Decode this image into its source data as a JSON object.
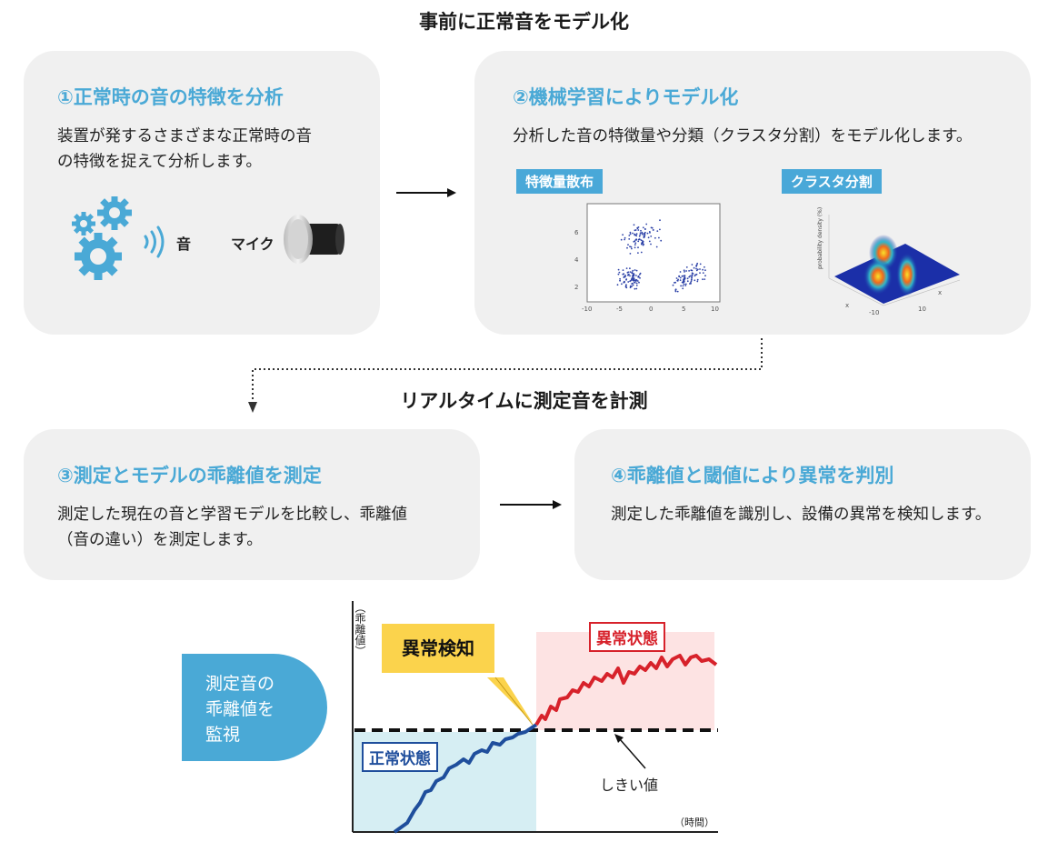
{
  "header": {
    "top_title": "事前に正常音をモデル化",
    "mid_title": "リアルタイムに測定音を計測"
  },
  "cards": [
    {
      "title": "①正常時の音の特徴を分析",
      "desc_line1": "装置が発するさまざまな正常時の音",
      "desc_line2": "の特徴を捉えて分析します。",
      "sound_label": "音",
      "mic_label": "マイク"
    },
    {
      "title": "②機械学習によりモデル化",
      "desc_line1": "分析した音の特徴量や分類（クラスタ分割）をモデル化します。",
      "tag1": "特徴量散布",
      "tag2": "クラスタ分割"
    },
    {
      "title": "③測定とモデルの乖離値を測定",
      "desc_line1": "測定した現在の音と学習モデルを比較し、乖離値",
      "desc_line2": "（音の違い）を測定します。"
    },
    {
      "title": "④乖離値と閾値により異常を判別",
      "desc_line1": "測定した乖離値を識別し、設備の異常を検知します。"
    }
  ],
  "monitor": {
    "label_line1": "測定音の",
    "label_line2": "乖離値を",
    "label_line3": "監視",
    "y_axis_label": "（乖離値）",
    "x_axis_label": "（時間）",
    "normal_state": "正常状態",
    "abnormal_state": "異常状態",
    "detection": "異常検知",
    "threshold": "しきい値"
  },
  "colors": {
    "accent": "#4aa9d6",
    "card_bg": "#f0f0f0",
    "normal_bg": "#d6eef3",
    "abnormal_bg": "#fde3e3",
    "normal_line": "#1f4e9c",
    "abnormal_line": "#d7222b",
    "detect_bg": "#fbd34c"
  },
  "icons": [
    "gears-icon",
    "sound-wave-icon",
    "microphone-icon",
    "arrow-right-icon",
    "dotted-arrow-icon",
    "scatter-plot-icon",
    "cluster-3d-icon"
  ]
}
